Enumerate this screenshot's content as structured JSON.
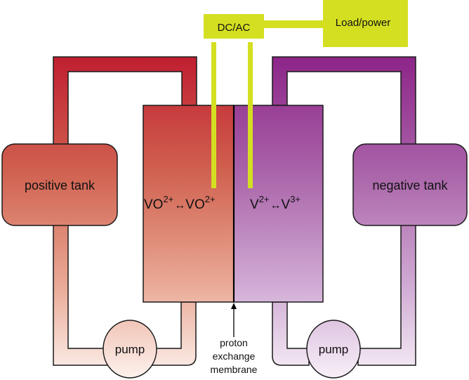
{
  "title": "Vanadium redox flow battery schematic",
  "labels": {
    "dcac": "DC/AC",
    "load": "Load/power",
    "positive_tank": "positive tank",
    "negative_tank": "negative tank",
    "left_reaction": {
      "a": "VO",
      "a_sup": "2+",
      "arrow": "↔",
      "b": "VO",
      "b_sup": "2+"
    },
    "right_reaction": {
      "a": "V",
      "a_sup": "2+",
      "arrow": "↔",
      "b": "V",
      "b_sup": "3+"
    },
    "pump_left": "pump",
    "pump_right": "pump",
    "membrane_line1": "proton",
    "membrane_line2": "exchange",
    "membrane_line3": "membrane"
  },
  "colors": {
    "positive_top": "#c0202f",
    "positive_mid": "#d5705f",
    "positive_bottom": "#fbeee8",
    "negative_top": "#8e2a8e",
    "negative_mid": "#b888c0",
    "negative_bottom": "#f6eef6",
    "power": "#d4df22",
    "outline": "#1a1a1a"
  }
}
